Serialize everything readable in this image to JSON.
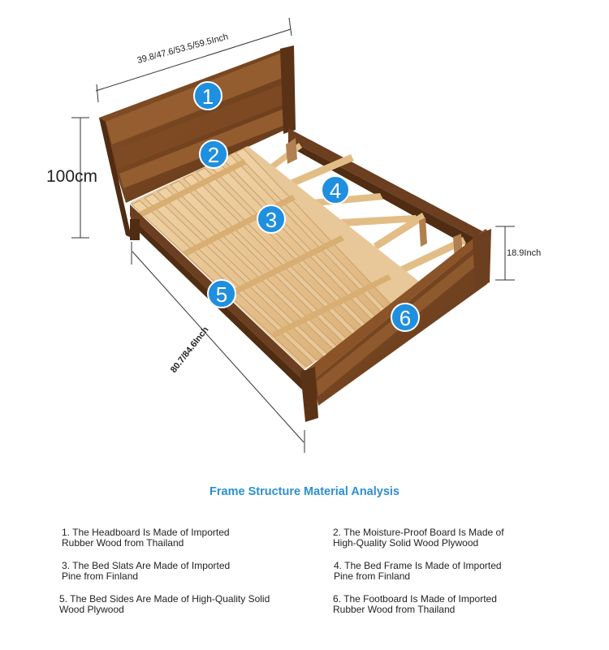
{
  "dimensions": {
    "width_label": "39.8/47.6/53.5/59.5Inch",
    "height_label": "100cm",
    "length_label": "80.7/84.6Inch",
    "footboard_height_label": "18.9Inch"
  },
  "badges": [
    "1",
    "2",
    "3",
    "4",
    "5",
    "6"
  ],
  "colors": {
    "badge": "#1f8fe0",
    "title": "#2d8fd0",
    "wood_dark": "#6b3f1f",
    "wood_mid": "#8a5328",
    "slat": "#e9c795"
  },
  "section_title": "Frame Structure Material Analysis",
  "notes": [
    {
      "line1": "1. The Headboard Is Made of Imported",
      "line2": "Rubber Wood from Thailand"
    },
    {
      "line1": "2. The Moisture-Proof Board Is Made of",
      "line2": "High-Quality Solid Wood Plywood"
    },
    {
      "line1": "3. The Bed Slats Are Made of Imported",
      "line2": "Pine from Finland"
    },
    {
      "line1": "4. The Bed Frame Is Made of Imported",
      "line2": "Pine from Finland"
    },
    {
      "line1": "5. The Bed Sides Are Made of High-Quality Solid",
      "line2": "Wood Plywood"
    },
    {
      "line1": "6. The Footboard Is Made of Imported",
      "line2": "Rubber Wood from Thailand"
    }
  ]
}
